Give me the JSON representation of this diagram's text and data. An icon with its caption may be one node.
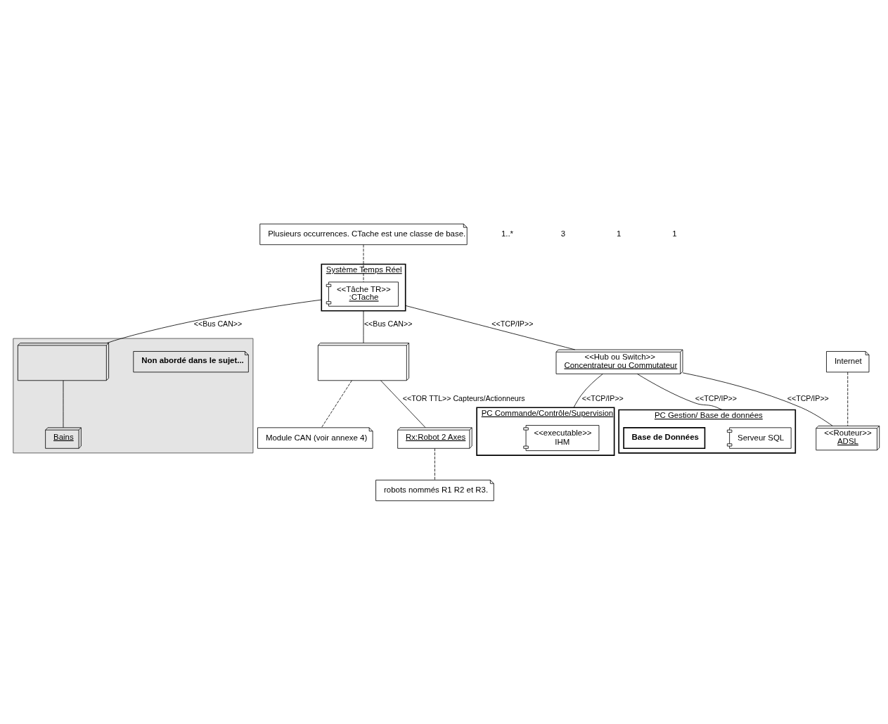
{
  "diagram": {
    "nodes": [
      {
        "text": [],
        "shape": "box"
      },
      {
        "text": [
          "Non abordé dans le sujet..."
        ],
        "in": 0
      },
      {
        "text": [],
        "shape": "box",
        "in": 0
      },
      {
        "text": [
          "Bains"
        ],
        "in": 0
      },
      {
        "text": [],
        "shape": "box"
      },
      {
        "text": [
          "Module CAN (voir annexe 4)"
        ]
      },
      {
        "text": [
          "Plusieurs occurrences. CTache est une classe de base."
        ]
      },
      {
        "text": [
          "Rx:Robot 2 Axes"
        ]
      },
      {
        "text": [
          "robots nommés R1 R2 et R3."
        ]
      },
      {
        "text": [
          "Système Temps Réel"
        ]
      },
      {
        "text": [
          "<<Tâche TR>>",
          ":CTache"
        ],
        "in": 9
      },
      {
        "text": [
          "<<Hub ou Switch>>",
          "Concentrateur ou Commutateur"
        ]
      },
      {
        "text": [
          "Internet"
        ]
      },
      {
        "text": [
          "PC Commande/Contrôle/Supervision"
        ]
      },
      {
        "text": [
          "<<executable>>",
          "IHM"
        ],
        "in": 13
      },
      {
        "text": [
          "PC Gestion/ Base de données"
        ]
      },
      {
        "text": [
          "Serveur SQL"
        ],
        "in": 15
      },
      {
        "text": [
          "Base de Données"
        ],
        "in": 15
      },
      {
        "text": [
          "<<Routeur>>",
          "ADSL"
        ]
      }
    ],
    "edges": [
      {
        "from": 9,
        "to": 2,
        "arrow": "none",
        "label": "<<Bus CAN>>"
      },
      {
        "from": 2,
        "to": 3,
        "arrow": "none"
      },
      {
        "from": 9,
        "to": 4,
        "arrow": "none",
        "label": "<<Bus CAN>>"
      },
      {
        "from": 4,
        "to": 5,
        "arrow": "none",
        "style": "dashed"
      },
      {
        "from": 4,
        "to": 7,
        "arrow": "none",
        "label": "<<TOR TTL>> Capteurs/Actionneurs"
      },
      {
        "from": 6,
        "to": 10,
        "arrow": "none",
        "style": "dashed"
      },
      {
        "from": 7,
        "to": 8,
        "arrow": "none",
        "style": "dashed"
      },
      {
        "from": 9,
        "to": 11,
        "arrow": "none",
        "label": "<<TCP/IP>>"
      },
      {
        "from": 11,
        "to": 13,
        "arrow": "none",
        "label": "<<TCP/IP>>"
      },
      {
        "from": 11,
        "to": 15,
        "arrow": "none",
        "label": "<<TCP/IP>>"
      },
      {
        "from": 11,
        "to": 18,
        "arrow": "none",
        "label": "<<TCP/IP>>"
      },
      {
        "from": 12,
        "to": 18,
        "arrow": "none",
        "style": "dashed"
      }
    ],
    "labels": [
      "1..*",
      "3",
      "1",
      "1"
    ]
  }
}
